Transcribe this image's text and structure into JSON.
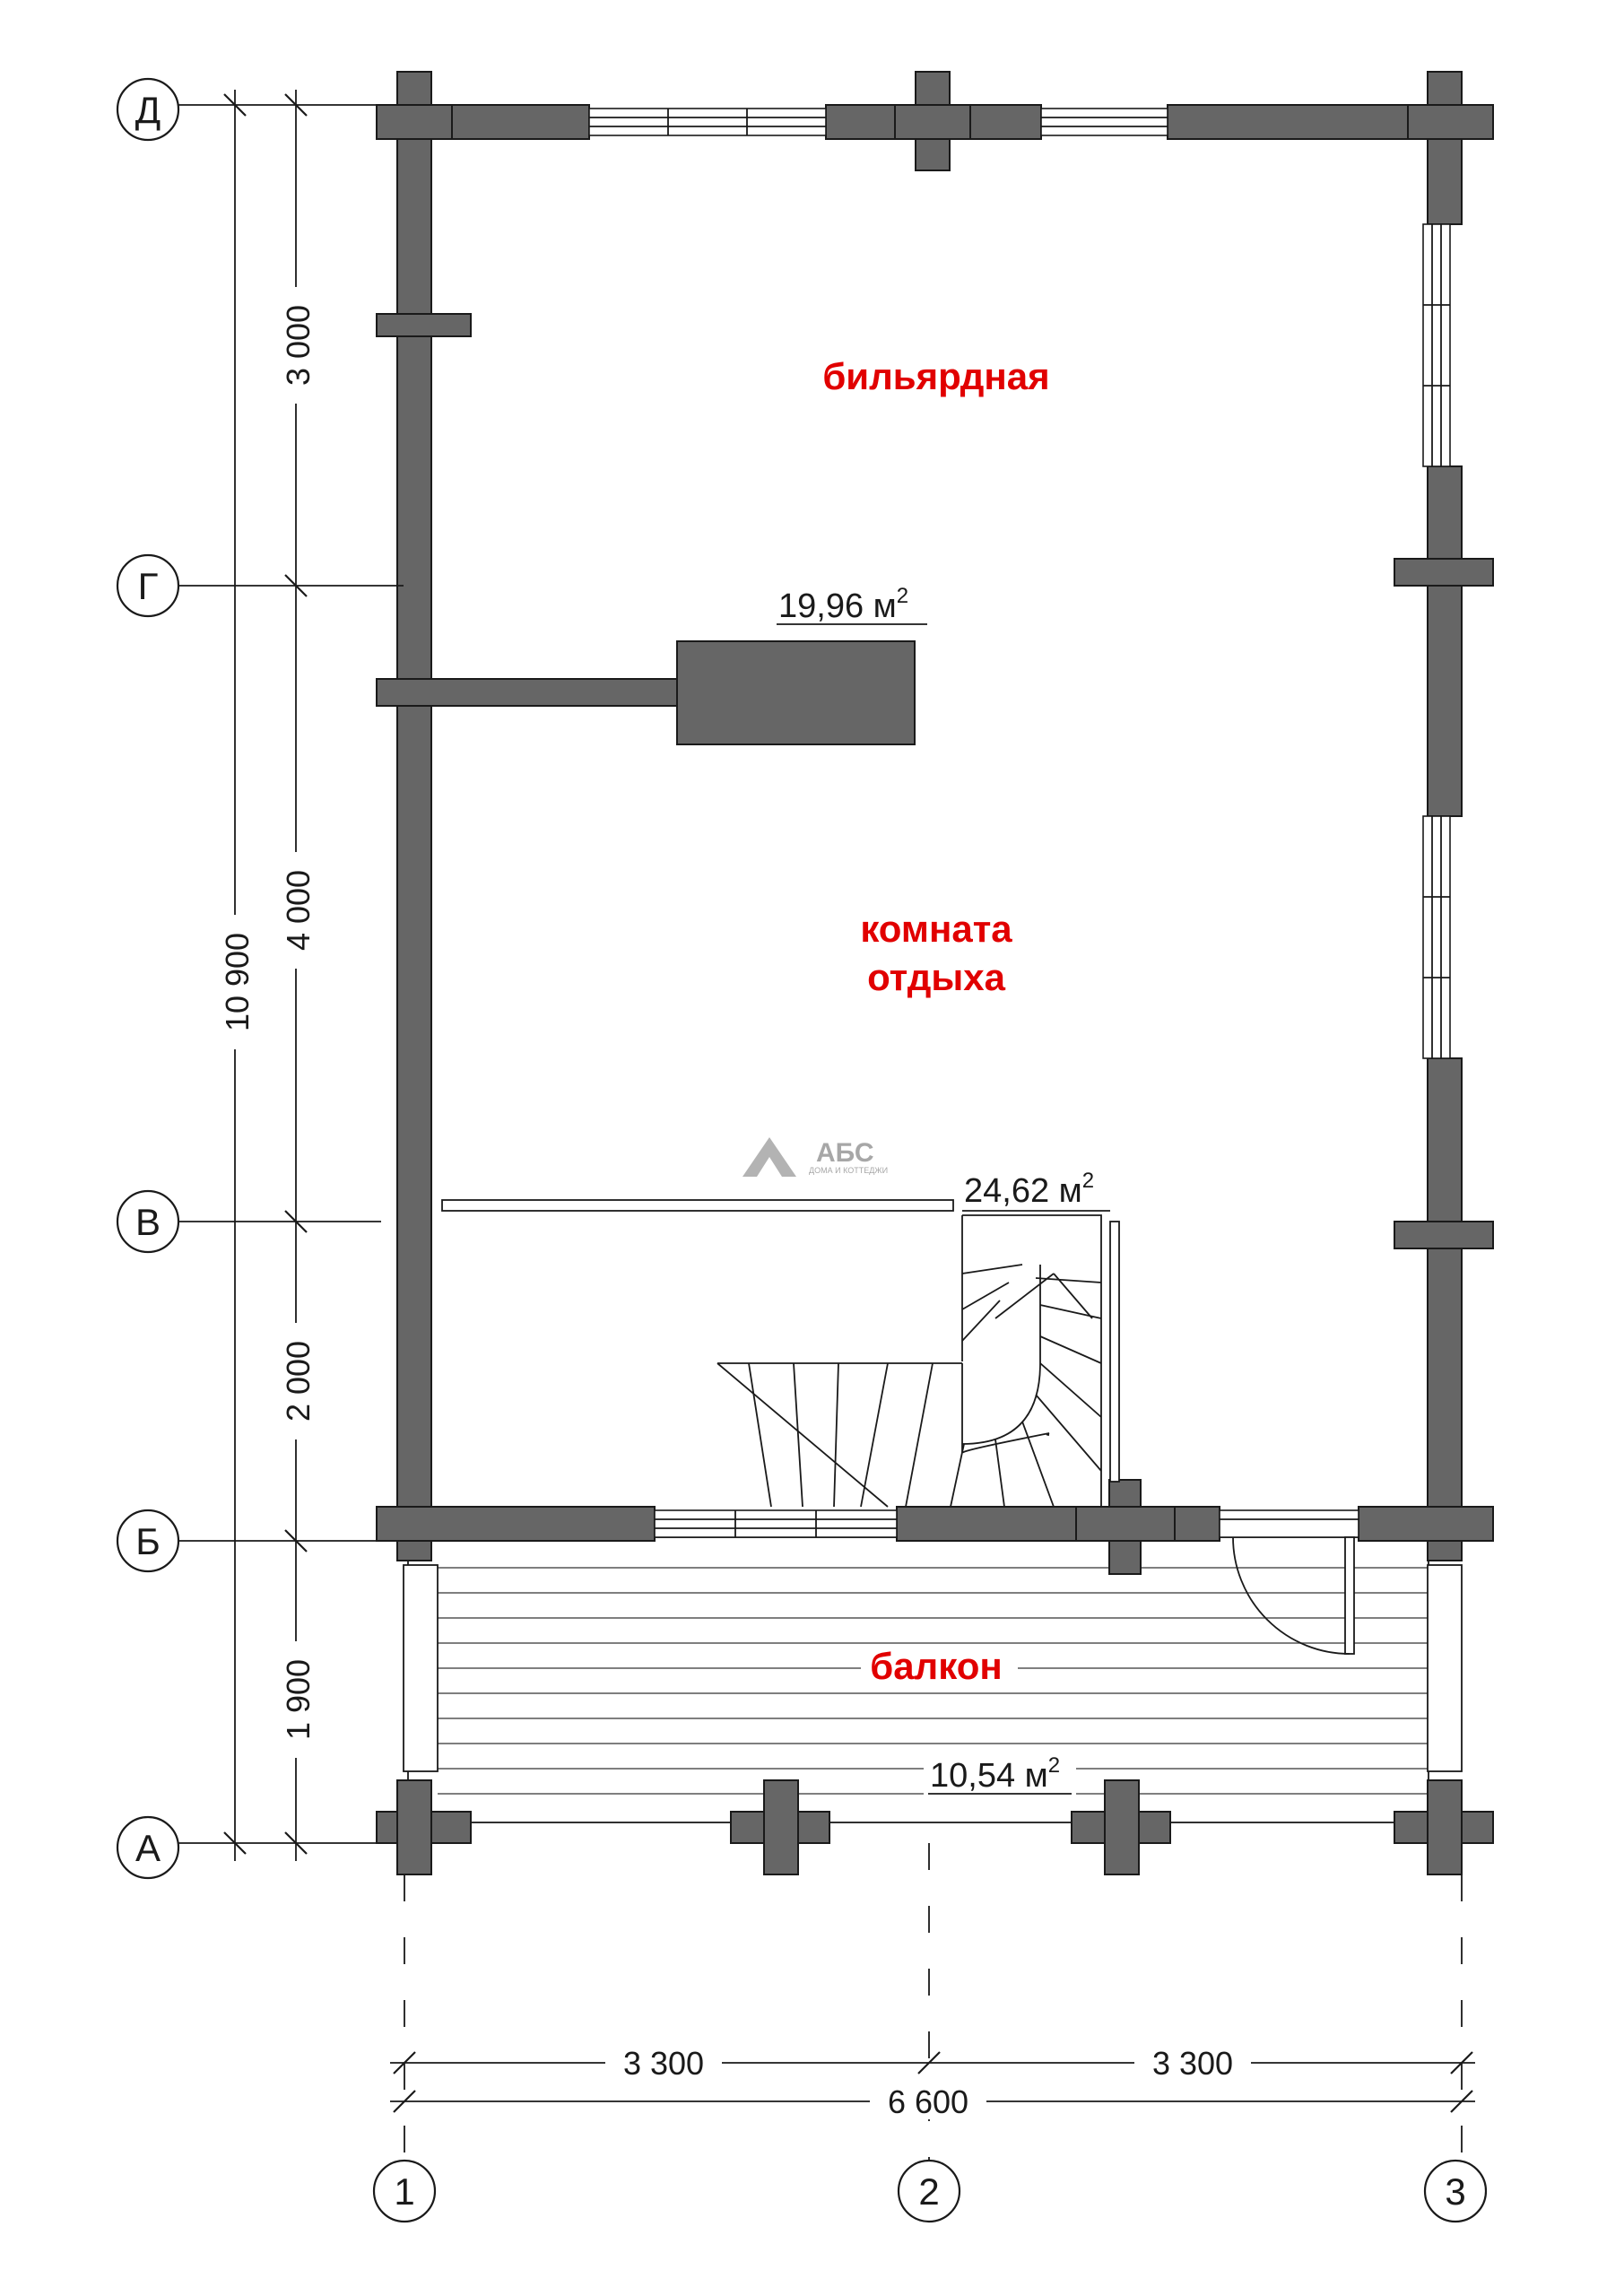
{
  "axes": {
    "rows": [
      "Д",
      "Г",
      "В",
      "Б",
      "А"
    ],
    "cols": [
      "1",
      "2",
      "3"
    ]
  },
  "dimensions": {
    "left_segments": [
      "3 000",
      "4 000",
      "2 000",
      "1 900"
    ],
    "left_total": "10 900",
    "bottom_segments": [
      "3 300",
      "3 300"
    ],
    "bottom_total": "6 600"
  },
  "rooms": {
    "billiard": {
      "name": "бильярдная",
      "area": "19,96 м",
      "unit_sup": "2"
    },
    "rest": {
      "name_line1": "комната",
      "name_line2": "отдыха",
      "area": "24,62 м",
      "unit_sup": "2"
    },
    "balcony": {
      "name": "балкон",
      "area": "10,54 м",
      "unit_sup": "2"
    }
  },
  "logo": {
    "name": "АБС",
    "tagline": "ДОМА И КОТТЕДЖИ"
  },
  "colors": {
    "wall": "#666666",
    "room_label": "#e10000",
    "line": "#1a1a1a"
  }
}
